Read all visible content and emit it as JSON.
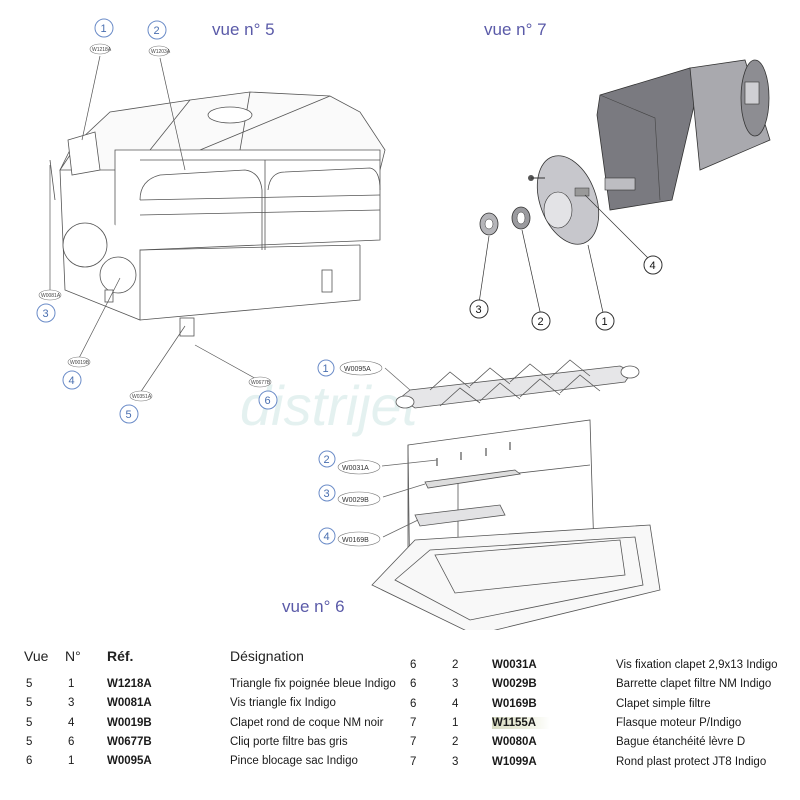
{
  "diagram": {
    "vue5_label": "vue n° 5",
    "vue7_label": "vue n° 7",
    "vue6_label": "vue n° 6",
    "watermark": "distrijet",
    "vue5_callouts": [
      {
        "num": "1",
        "ref": "W1218A"
      },
      {
        "num": "2",
        "ref": "W1203A"
      },
      {
        "num": "3",
        "ref": "W0081A"
      },
      {
        "num": "4",
        "ref": "W0019B"
      },
      {
        "num": "5",
        "ref": "W0351A"
      },
      {
        "num": "6",
        "ref": "W0677B"
      }
    ],
    "vue7_callouts": [
      "1",
      "2",
      "3",
      "4"
    ],
    "vue6_callouts": [
      {
        "num": "1",
        "ref": "W0095A"
      },
      {
        "num": "2",
        "ref": "W0031A"
      },
      {
        "num": "3",
        "ref": "W0029B"
      },
      {
        "num": "4",
        "ref": "W0169B"
      }
    ]
  },
  "table": {
    "headers": {
      "vue": "Vue",
      "no": "N°",
      "ref": "Réf.",
      "designation": "Désignation"
    },
    "left_rows": [
      {
        "vue": "5",
        "no": "1",
        "ref": "W1218A",
        "designation": "Triangle fix poignée bleue Indigo"
      },
      {
        "vue": "5",
        "no": "3",
        "ref": "W0081A",
        "designation": "Vis triangle fix Indigo"
      },
      {
        "vue": "5",
        "no": "4",
        "ref": "W0019B",
        "designation": "Clapet rond de coque NM noir"
      },
      {
        "vue": "5",
        "no": "6",
        "ref": "W0677B",
        "designation": "Cliq porte filtre bas gris"
      },
      {
        "vue": "6",
        "no": "1",
        "ref": "W0095A",
        "designation": "Pince blocage sac Indigo"
      }
    ],
    "right_rows": [
      {
        "vue": "6",
        "no": "2",
        "ref": "W0031A",
        "designation": "Vis fixation clapet 2,9x13 Indigo"
      },
      {
        "vue": "6",
        "no": "3",
        "ref": "W0029B",
        "designation": "Barrette clapet filtre NM Indigo"
      },
      {
        "vue": "6",
        "no": "4",
        "ref": "W0169B",
        "designation": "Clapet simple filtre"
      },
      {
        "vue": "7",
        "no": "1",
        "ref": "W1155A",
        "designation": "Flasque moteur P/Indigo"
      },
      {
        "vue": "7",
        "no": "2",
        "ref": "W0080A",
        "designation": "Bague étanchéité lèvre D"
      },
      {
        "vue": "7",
        "no": "3",
        "ref": "W1099A",
        "designation": "Rond plast protect JT8 Indigo"
      }
    ],
    "highlight_ref": "W1155A"
  }
}
